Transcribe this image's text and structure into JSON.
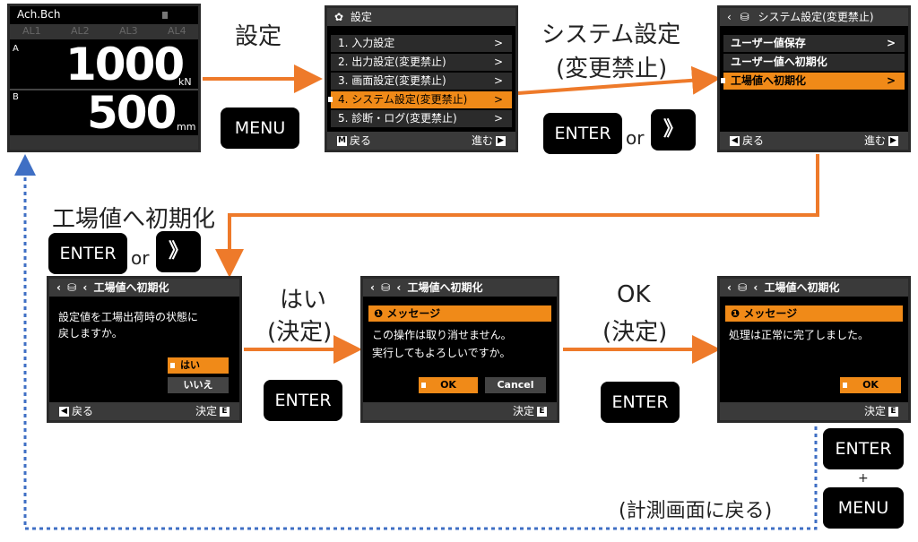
{
  "meas": {
    "title": "Ach.Bch",
    "alarms": [
      "AL1",
      "AL2",
      "AL3",
      "AL4"
    ],
    "ch_a_label": "A",
    "ch_a_value": "1000",
    "ch_a_unit": "kN",
    "ch_b_label": "B",
    "ch_b_value": "500",
    "ch_b_unit": "mm"
  },
  "settings": {
    "title": "設定",
    "items": [
      "1. 入力設定",
      "2. 出力設定(変更禁止)",
      "3. 画面設定(変更禁止)",
      "4. システム設定(変更禁止)",
      "5. 診断・ログ(変更禁止)"
    ],
    "chevron": ">",
    "foot_left": "戻る",
    "foot_right": "進む",
    "foot_left_key": "M",
    "foot_right_key": "▶"
  },
  "system": {
    "title": "システム設定(変更禁止)",
    "items": [
      "ユーザー値保存",
      "ユーザー値へ初期化",
      "工場値へ初期化"
    ],
    "chevron": ">",
    "foot_left": "戻る",
    "foot_right": "進む",
    "foot_left_key": "◀",
    "foot_right_key": "▶"
  },
  "confirm": {
    "title": "工場値へ初期化",
    "line1": "設定値を工場出荷時の状態に",
    "line2": "戻しますか。",
    "yes": "はい",
    "no": "いいえ",
    "foot_left": "戻る",
    "foot_right": "決定",
    "foot_left_key": "◀",
    "foot_right_key": "E"
  },
  "warning": {
    "title": "工場値へ初期化",
    "msg_head": "メッセージ",
    "line1": "この操作は取り消せません。",
    "line2": "実行してもよろしいですか。",
    "ok": "OK",
    "cancel": "Cancel",
    "foot_right": "決定",
    "foot_right_key": "E"
  },
  "done": {
    "title": "工場値へ初期化",
    "msg_head": "メッセージ",
    "line1": "処理は正常に完了しました。",
    "ok": "OK",
    "foot_right": "決定",
    "foot_right_key": "E"
  },
  "labels": {
    "settei": "設定",
    "system_settei": "システム設定",
    "henko_kinshi": "(変更禁止)",
    "kojochi": "工場値へ初期化",
    "hai": "はい",
    "kettei1": "(決定)",
    "ok": "OK",
    "kettei2": "(決定)",
    "or1": "or",
    "or2": "or",
    "plus": "+",
    "back_to_meas": "(計測画面に戻る)"
  },
  "keys": {
    "menu1": "MENU",
    "enter1": "ENTER",
    "next1": "》",
    "enter2": "ENTER",
    "next2": "》",
    "enter3": "ENTER",
    "enter4": "ENTER",
    "enter5": "ENTER",
    "menu2": "MENU"
  },
  "colors": {
    "accent_orange": "#f08a18",
    "arrow_orange": "#ee7a2a",
    "dotted_blue": "#3f6fc4"
  }
}
